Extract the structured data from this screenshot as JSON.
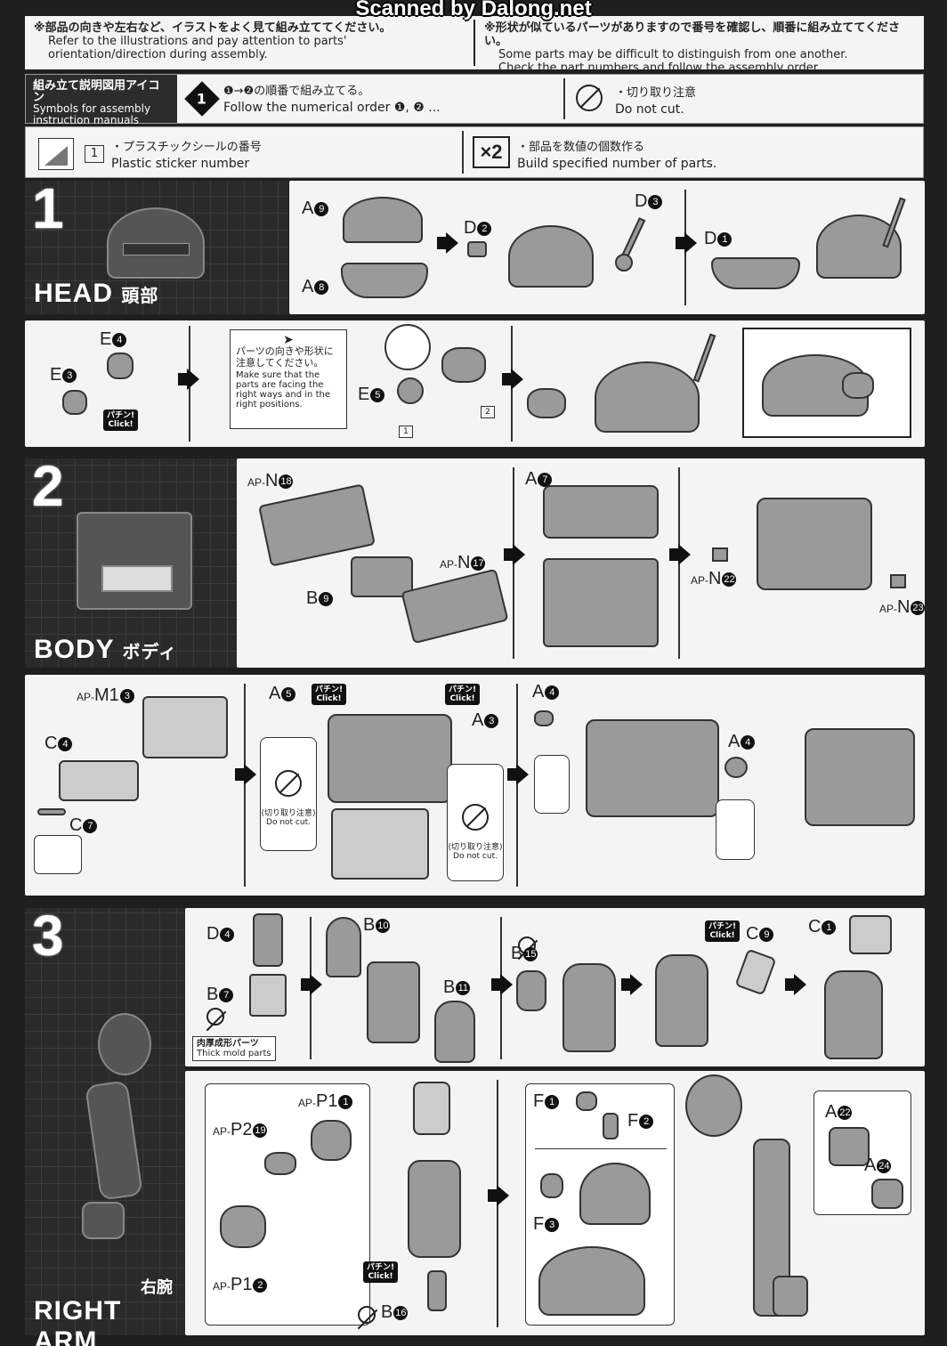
{
  "watermark": "Scanned by Dalong.net",
  "notes": {
    "left_jp": "※部品の向きや左右など、イラストをよく見て組み立ててください。",
    "left_en1": "Refer to the illustrations and pay attention to parts'",
    "left_en2": "orientation/direction during assembly.",
    "right_jp": "※形状が似ているパーツがありますので番号を確認し、順番に組み立ててください。",
    "right_en1": "Some parts may be difficult to distinguish from one another.",
    "right_en2": "Check the part numbers and follow the assembly order."
  },
  "symbols": {
    "title_jp": "組み立て説明図用アイコン",
    "title_en1": "Symbols for assembly",
    "title_en2": "instruction manuals",
    "order_num": "1",
    "order_jp": "❶→❷の順番で組み立てる。",
    "order_en": "Follow the numerical order ❶, ❷ ...",
    "nocut_jp": "・切り取り注意",
    "nocut_en": "Do not cut.",
    "sticker_num": "1",
    "sticker_jp": "・プラスチックシールの番号",
    "sticker_en": "Plastic sticker number",
    "x2": "×2",
    "build_jp": "・部品を数値の個数作る",
    "build_en": "Build specified number of parts."
  },
  "step1": {
    "num": "1",
    "label": "HEAD",
    "label_jp": "頭部",
    "parts": {
      "a9": "A",
      "a9n": "9",
      "a8": "A",
      "a8n": "8",
      "d2": "D",
      "d2n": "2",
      "d3": "D",
      "d3n": "3",
      "d1": "D",
      "d1n": "1",
      "e4": "E",
      "e4n": "4",
      "e3": "E",
      "e3n": "3",
      "e5": "E",
      "e5n": "5"
    },
    "click": "パチン!\nClick!",
    "note_jp": "パーツの向きや形状に注意してください。",
    "note_en": "Make sure that the parts are facing the right ways and in the right positions.",
    "sticker1": "1",
    "sticker2": "2"
  },
  "step2": {
    "num": "2",
    "label": "BODY",
    "label_jp": "ボディ",
    "parts": {
      "n18_ap": "AP-",
      "n18": "N",
      "n18n": "18",
      "n17_ap": "AP-",
      "n17": "N",
      "n17n": "17",
      "b9": "B",
      "b9n": "9",
      "a7": "A",
      "a7n": "7",
      "n22_ap": "AP-",
      "n22": "N",
      "n22n": "22",
      "n23_ap": "AP-",
      "n23": "N",
      "n23n": "23",
      "m13_ap": "AP-",
      "m13": "M1",
      "m13n": "3",
      "c4": "C",
      "c4n": "4",
      "c7": "C",
      "c7n": "7",
      "a5": "A",
      "a5n": "5",
      "a3": "A",
      "a3n": "3",
      "a4a": "A",
      "a4an": "4",
      "a4b": "A",
      "a4bn": "4"
    },
    "click": "パチン!\nClick!",
    "nocut_jp": "(切り取り注意)",
    "nocut_en": "Do not cut."
  },
  "step3": {
    "num": "3",
    "label": "RIGHT ARM",
    "label_jp": "右腕",
    "parts": {
      "d4": "D",
      "d4n": "4",
      "b7": "B",
      "b7n": "7",
      "b10": "B",
      "b10n": "10",
      "b11": "B",
      "b11n": "11",
      "b15": "B",
      "b15n": "15",
      "c9": "C",
      "c9n": "9",
      "c1": "C",
      "c1n": "1",
      "p11_ap": "AP-",
      "p11": "P1",
      "p11n": "1",
      "p219_ap": "AP-",
      "p219": "P2",
      "p219n": "19",
      "p12_ap": "AP-",
      "p12": "P1",
      "p12n": "2",
      "b16": "B",
      "b16n": "16",
      "f1": "F",
      "f1n": "1",
      "f2": "F",
      "f2n": "2",
      "f3": "F",
      "f3n": "3",
      "a22": "A",
      "a22n": "22",
      "a24": "A",
      "a24n": "24"
    },
    "thick_jp": "肉厚成形パーツ",
    "thick_en": "Thick mold parts",
    "click": "パチン!\nClick!"
  }
}
